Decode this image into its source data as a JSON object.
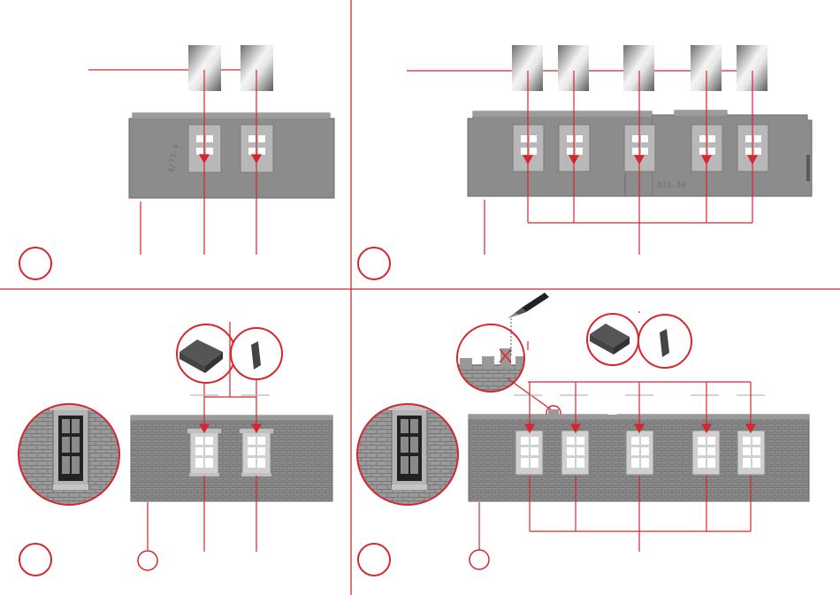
{
  "colors": {
    "accent_red": "#d6262e",
    "wall_grey": "#8e8e8e",
    "wall_dark": "#6b6b6b",
    "window_frame": "#c8c8c8",
    "pane_white": "#ffffff"
  },
  "panels": [
    {
      "step": "",
      "wall_stamp": "4/73-4",
      "windows": 2,
      "texture": "smooth"
    },
    {
      "step": "",
      "wall_stamp": "873-30",
      "windows": 5,
      "texture": "smooth"
    },
    {
      "step": "",
      "wall_stamp": "",
      "windows": 2,
      "texture": "shingle"
    },
    {
      "step": "",
      "wall_stamp": "",
      "windows": 5,
      "texture": "shingle"
    }
  ],
  "icons": [
    "glass-pane-icon",
    "step-circle-icon",
    "magnifier-detail-icon",
    "glue-tube-icon",
    "window-frame-part-icon"
  ]
}
